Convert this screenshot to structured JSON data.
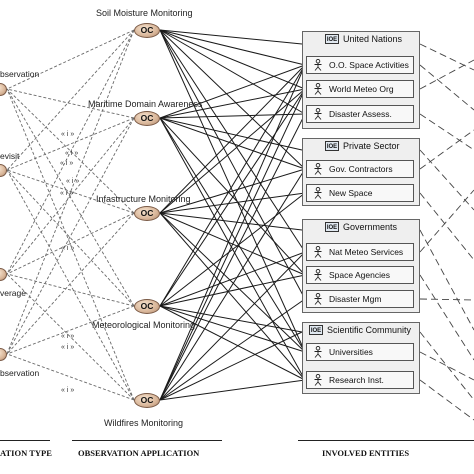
{
  "applications": [
    {
      "label": "Soil Moisture Monitoring",
      "node": "OC"
    },
    {
      "label": "Maritime Domain Awareness",
      "node": "OC"
    },
    {
      "label": "Infastructure Monitoring",
      "node": "OC"
    },
    {
      "label": "Meteorological Monitoring",
      "node": "OC"
    },
    {
      "label": "Wildfires Monitoring",
      "node": "OC"
    }
  ],
  "observation_types": [
    {
      "label": "bservation"
    },
    {
      "label": "evisit"
    },
    {
      "label": "verage"
    },
    {
      "label": "bservation"
    }
  ],
  "include_label": "« i »",
  "groups": [
    {
      "title": "United Nations",
      "icon": "IOE",
      "actors": [
        "O.O. Space Activities",
        "World Meteo Org",
        "Disaster Assess."
      ]
    },
    {
      "title": "Private Sector",
      "icon": "IOE",
      "actors": [
        "Gov. Contractors",
        "New Space"
      ]
    },
    {
      "title": "Governments",
      "icon": "IOE",
      "actors": [
        "Nat Meteo Services",
        "Space Agencies",
        "Disaster Mgm"
      ]
    },
    {
      "title": "Scientific Community",
      "icon": "IOE",
      "actors": [
        "Universities",
        "Research Inst."
      ]
    }
  ],
  "footer": {
    "type_col": "ATION TYPE",
    "application_col": "OBSERVATION APPLICATION",
    "entities_col": "INVOLVED ENTITIES"
  }
}
